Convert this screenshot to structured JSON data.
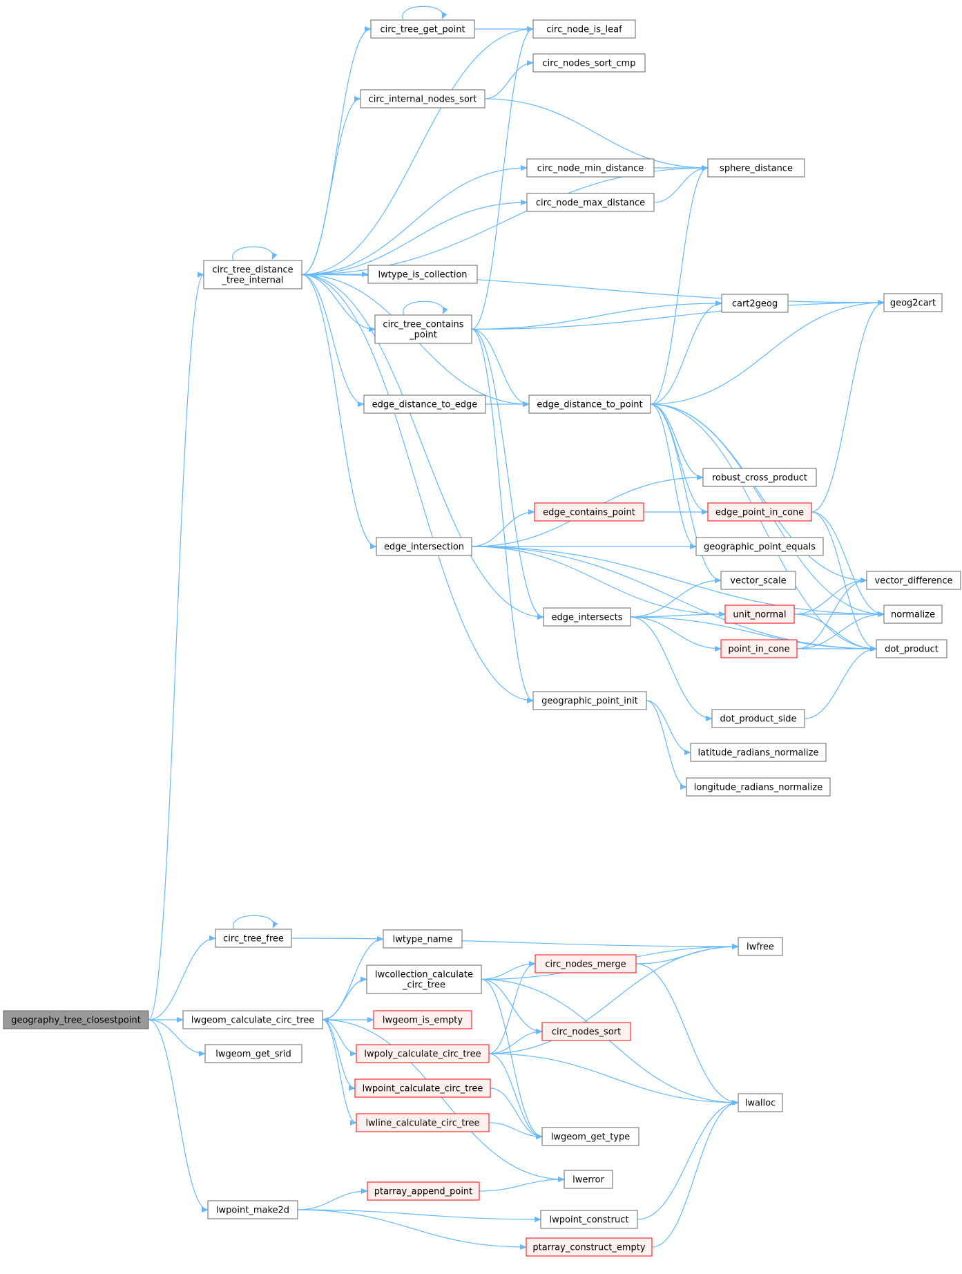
{
  "colors": {
    "edge": "#63b8ff",
    "node_fill": "#ffffff",
    "node_border": "#666666",
    "root_fill": "#999999",
    "root_border": "#666666",
    "external_fill": "#fff0f0",
    "external_border": "#ff0000"
  },
  "nodes": [
    {
      "id": "geography_tree_closestpoint",
      "lines": [
        "geography_tree_closestpoint"
      ],
      "kind": "root"
    },
    {
      "id": "circ_tree_distance_tree_internal",
      "lines": [
        "circ_tree_distance",
        "_tree_internal"
      ],
      "kind": "normal"
    },
    {
      "id": "circ_tree_get_point",
      "lines": [
        "circ_tree_get_point"
      ],
      "kind": "normal"
    },
    {
      "id": "circ_node_is_leaf",
      "lines": [
        "circ_node_is_leaf"
      ],
      "kind": "normal"
    },
    {
      "id": "circ_nodes_sort_cmp",
      "lines": [
        "circ_nodes_sort_cmp"
      ],
      "kind": "normal"
    },
    {
      "id": "circ_internal_nodes_sort",
      "lines": [
        "circ_internal_nodes_sort"
      ],
      "kind": "normal"
    },
    {
      "id": "sphere_distance",
      "lines": [
        "sphere_distance"
      ],
      "kind": "normal"
    },
    {
      "id": "circ_node_min_distance",
      "lines": [
        "circ_node_min_distance"
      ],
      "kind": "normal"
    },
    {
      "id": "circ_node_max_distance",
      "lines": [
        "circ_node_max_distance"
      ],
      "kind": "normal"
    },
    {
      "id": "lwtype_is_collection",
      "lines": [
        "lwtype_is_collection"
      ],
      "kind": "normal"
    },
    {
      "id": "geog2cart",
      "lines": [
        "geog2cart"
      ],
      "kind": "normal"
    },
    {
      "id": "cart2geog",
      "lines": [
        "cart2geog"
      ],
      "kind": "normal"
    },
    {
      "id": "circ_tree_contains_point",
      "lines": [
        "circ_tree_contains",
        "_point"
      ],
      "kind": "normal"
    },
    {
      "id": "edge_distance_to_edge",
      "lines": [
        "edge_distance_to_edge"
      ],
      "kind": "normal"
    },
    {
      "id": "edge_distance_to_point",
      "lines": [
        "edge_distance_to_point"
      ],
      "kind": "normal"
    },
    {
      "id": "robust_cross_product",
      "lines": [
        "robust_cross_product"
      ],
      "kind": "normal"
    },
    {
      "id": "edge_contains_point",
      "lines": [
        "edge_contains_point"
      ],
      "kind": "external"
    },
    {
      "id": "edge_point_in_cone",
      "lines": [
        "edge_point_in_cone"
      ],
      "kind": "external"
    },
    {
      "id": "edge_intersection",
      "lines": [
        "edge_intersection"
      ],
      "kind": "normal"
    },
    {
      "id": "geographic_point_equals",
      "lines": [
        "geographic_point_equals"
      ],
      "kind": "normal"
    },
    {
      "id": "vector_scale",
      "lines": [
        "vector_scale"
      ],
      "kind": "normal"
    },
    {
      "id": "vector_difference",
      "lines": [
        "vector_difference"
      ],
      "kind": "normal"
    },
    {
      "id": "edge_intersects",
      "lines": [
        "edge_intersects"
      ],
      "kind": "normal"
    },
    {
      "id": "unit_normal",
      "lines": [
        "unit_normal"
      ],
      "kind": "external"
    },
    {
      "id": "normalize",
      "lines": [
        "normalize"
      ],
      "kind": "normal"
    },
    {
      "id": "point_in_cone",
      "lines": [
        "point_in_cone"
      ],
      "kind": "external"
    },
    {
      "id": "dot_product",
      "lines": [
        "dot_product"
      ],
      "kind": "normal"
    },
    {
      "id": "geographic_point_init",
      "lines": [
        "geographic_point_init"
      ],
      "kind": "normal"
    },
    {
      "id": "dot_product_side",
      "lines": [
        "dot_product_side"
      ],
      "kind": "normal"
    },
    {
      "id": "latitude_radians_normalize",
      "lines": [
        "latitude_radians_normalize"
      ],
      "kind": "normal"
    },
    {
      "id": "longitude_radians_normalize",
      "lines": [
        "longitude_radians_normalize"
      ],
      "kind": "normal"
    },
    {
      "id": "circ_tree_free",
      "lines": [
        "circ_tree_free"
      ],
      "kind": "normal"
    },
    {
      "id": "lwtype_name",
      "lines": [
        "lwtype_name"
      ],
      "kind": "normal"
    },
    {
      "id": "lwfree",
      "lines": [
        "lwfree"
      ],
      "kind": "normal"
    },
    {
      "id": "lwcollection_calculate_circ_tree",
      "lines": [
        "lwcollection_calculate",
        "_circ_tree"
      ],
      "kind": "normal"
    },
    {
      "id": "circ_nodes_merge",
      "lines": [
        "circ_nodes_merge"
      ],
      "kind": "external"
    },
    {
      "id": "lwgeom_calculate_circ_tree",
      "lines": [
        "lwgeom_calculate_circ_tree"
      ],
      "kind": "normal"
    },
    {
      "id": "lwgeom_is_empty",
      "lines": [
        "lwgeom_is_empty"
      ],
      "kind": "external"
    },
    {
      "id": "circ_nodes_sort",
      "lines": [
        "circ_nodes_sort"
      ],
      "kind": "external"
    },
    {
      "id": "lwgeom_get_srid",
      "lines": [
        "lwgeom_get_srid"
      ],
      "kind": "normal"
    },
    {
      "id": "lwpoly_calculate_circ_tree",
      "lines": [
        "lwpoly_calculate_circ_tree"
      ],
      "kind": "external"
    },
    {
      "id": "lwpoint_calculate_circ_tree",
      "lines": [
        "lwpoint_calculate_circ_tree"
      ],
      "kind": "external"
    },
    {
      "id": "lwalloc",
      "lines": [
        "lwalloc"
      ],
      "kind": "normal"
    },
    {
      "id": "lwline_calculate_circ_tree",
      "lines": [
        "lwline_calculate_circ_tree"
      ],
      "kind": "external"
    },
    {
      "id": "lwgeom_get_type",
      "lines": [
        "lwgeom_get_type"
      ],
      "kind": "normal"
    },
    {
      "id": "lwerror",
      "lines": [
        "lwerror"
      ],
      "kind": "normal"
    },
    {
      "id": "ptarray_append_point",
      "lines": [
        "ptarray_append_point"
      ],
      "kind": "external"
    },
    {
      "id": "lwpoint_make2d",
      "lines": [
        "lwpoint_make2d"
      ],
      "kind": "normal"
    },
    {
      "id": "lwpoint_construct",
      "lines": [
        "lwpoint_construct"
      ],
      "kind": "normal"
    },
    {
      "id": "ptarray_construct_empty",
      "lines": [
        "ptarray_construct_empty"
      ],
      "kind": "external"
    }
  ],
  "edges": [
    [
      "geography_tree_closestpoint",
      "circ_tree_distance_tree_internal"
    ],
    [
      "geography_tree_closestpoint",
      "circ_tree_free"
    ],
    [
      "geography_tree_closestpoint",
      "lwgeom_calculate_circ_tree"
    ],
    [
      "geography_tree_closestpoint",
      "lwgeom_get_srid"
    ],
    [
      "geography_tree_closestpoint",
      "lwpoint_make2d"
    ],
    [
      "circ_tree_distance_tree_internal",
      "circ_tree_distance_tree_internal"
    ],
    [
      "circ_tree_distance_tree_internal",
      "circ_tree_get_point"
    ],
    [
      "circ_tree_distance_tree_internal",
      "circ_node_is_leaf"
    ],
    [
      "circ_tree_distance_tree_internal",
      "circ_internal_nodes_sort"
    ],
    [
      "circ_tree_distance_tree_internal",
      "sphere_distance"
    ],
    [
      "circ_tree_distance_tree_internal",
      "circ_node_min_distance"
    ],
    [
      "circ_tree_distance_tree_internal",
      "circ_node_max_distance"
    ],
    [
      "circ_tree_distance_tree_internal",
      "geog2cart"
    ],
    [
      "circ_tree_distance_tree_internal",
      "lwtype_is_collection"
    ],
    [
      "circ_tree_distance_tree_internal",
      "circ_tree_contains_point"
    ],
    [
      "circ_tree_distance_tree_internal",
      "edge_distance_to_point"
    ],
    [
      "circ_tree_distance_tree_internal",
      "edge_distance_to_edge"
    ],
    [
      "circ_tree_distance_tree_internal",
      "edge_intersection"
    ],
    [
      "circ_tree_distance_tree_internal",
      "edge_intersects"
    ],
    [
      "circ_tree_distance_tree_internal",
      "geographic_point_init"
    ],
    [
      "circ_tree_get_point",
      "circ_tree_get_point"
    ],
    [
      "circ_tree_get_point",
      "circ_node_is_leaf"
    ],
    [
      "circ_internal_nodes_sort",
      "circ_nodes_sort_cmp"
    ],
    [
      "circ_internal_nodes_sort",
      "sphere_distance"
    ],
    [
      "circ_node_min_distance",
      "sphere_distance"
    ],
    [
      "circ_node_max_distance",
      "sphere_distance"
    ],
    [
      "circ_tree_contains_point",
      "circ_tree_contains_point"
    ],
    [
      "circ_tree_contains_point",
      "circ_node_is_leaf"
    ],
    [
      "circ_tree_contains_point",
      "geog2cart"
    ],
    [
      "circ_tree_contains_point",
      "cart2geog"
    ],
    [
      "circ_tree_contains_point",
      "edge_distance_to_point"
    ],
    [
      "circ_tree_contains_point",
      "edge_intersects"
    ],
    [
      "circ_tree_contains_point",
      "geographic_point_init"
    ],
    [
      "edge_distance_to_edge",
      "edge_distance_to_point"
    ],
    [
      "edge_distance_to_point",
      "sphere_distance"
    ],
    [
      "edge_distance_to_point",
      "cart2geog"
    ],
    [
      "edge_distance_to_point",
      "geog2cart"
    ],
    [
      "edge_distance_to_point",
      "vector_difference"
    ],
    [
      "edge_distance_to_point",
      "robust_cross_product"
    ],
    [
      "edge_distance_to_point",
      "edge_point_in_cone"
    ],
    [
      "edge_distance_to_point",
      "geographic_point_equals"
    ],
    [
      "edge_distance_to_point",
      "vector_scale"
    ],
    [
      "edge_distance_to_point",
      "normalize"
    ],
    [
      "edge_distance_to_point",
      "dot_product"
    ],
    [
      "edge_contains_point",
      "edge_point_in_cone"
    ],
    [
      "edge_point_in_cone",
      "geog2cart"
    ],
    [
      "edge_point_in_cone",
      "normalize"
    ],
    [
      "edge_point_in_cone",
      "dot_product"
    ],
    [
      "edge_intersection",
      "robust_cross_product"
    ],
    [
      "edge_intersection",
      "edge_contains_point"
    ],
    [
      "edge_intersection",
      "geographic_point_equals"
    ],
    [
      "edge_intersection",
      "unit_normal"
    ],
    [
      "edge_intersection",
      "normalize"
    ],
    [
      "edge_intersection",
      "dot_product"
    ],
    [
      "edge_intersects",
      "vector_scale"
    ],
    [
      "edge_intersects",
      "unit_normal"
    ],
    [
      "edge_intersects",
      "point_in_cone"
    ],
    [
      "edge_intersects",
      "dot_product"
    ],
    [
      "edge_intersects",
      "dot_product_side"
    ],
    [
      "unit_normal",
      "vector_difference"
    ],
    [
      "unit_normal",
      "normalize"
    ],
    [
      "unit_normal",
      "dot_product"
    ],
    [
      "point_in_cone",
      "vector_difference"
    ],
    [
      "point_in_cone",
      "normalize"
    ],
    [
      "point_in_cone",
      "dot_product"
    ],
    [
      "dot_product_side",
      "dot_product"
    ],
    [
      "geographic_point_init",
      "latitude_radians_normalize"
    ],
    [
      "geographic_point_init",
      "longitude_radians_normalize"
    ],
    [
      "circ_tree_free",
      "circ_tree_free"
    ],
    [
      "circ_tree_free",
      "lwfree"
    ],
    [
      "lwgeom_calculate_circ_tree",
      "lwtype_name"
    ],
    [
      "lwgeom_calculate_circ_tree",
      "lwcollection_calculate_circ_tree"
    ],
    [
      "lwgeom_calculate_circ_tree",
      "lwgeom_is_empty"
    ],
    [
      "lwgeom_calculate_circ_tree",
      "lwpoly_calculate_circ_tree"
    ],
    [
      "lwgeom_calculate_circ_tree",
      "lwpoint_calculate_circ_tree"
    ],
    [
      "lwgeom_calculate_circ_tree",
      "lwline_calculate_circ_tree"
    ],
    [
      "lwgeom_calculate_circ_tree",
      "lwerror"
    ],
    [
      "lwcollection_calculate_circ_tree",
      "lwgeom_calculate_circ_tree"
    ],
    [
      "lwcollection_calculate_circ_tree",
      "lwfree"
    ],
    [
      "lwcollection_calculate_circ_tree",
      "circ_nodes_merge"
    ],
    [
      "lwcollection_calculate_circ_tree",
      "circ_nodes_sort"
    ],
    [
      "lwcollection_calculate_circ_tree",
      "lwalloc"
    ],
    [
      "lwcollection_calculate_circ_tree",
      "lwgeom_get_type"
    ],
    [
      "circ_nodes_merge",
      "lwfree"
    ],
    [
      "circ_nodes_merge",
      "lwalloc"
    ],
    [
      "lwpoly_calculate_circ_tree",
      "circ_nodes_merge"
    ],
    [
      "lwpoly_calculate_circ_tree",
      "circ_nodes_sort"
    ],
    [
      "lwpoly_calculate_circ_tree",
      "lwfree"
    ],
    [
      "lwpoly_calculate_circ_tree",
      "lwalloc"
    ],
    [
      "lwpoly_calculate_circ_tree",
      "lwgeom_get_type"
    ],
    [
      "lwpoint_calculate_circ_tree",
      "lwgeom_get_type"
    ],
    [
      "lwline_calculate_circ_tree",
      "lwgeom_get_type"
    ],
    [
      "lwpoint_make2d",
      "ptarray_append_point"
    ],
    [
      "lwpoint_make2d",
      "lwpoint_construct"
    ],
    [
      "lwpoint_make2d",
      "ptarray_construct_empty"
    ],
    [
      "ptarray_append_point",
      "lwerror"
    ],
    [
      "lwpoint_construct",
      "lwalloc"
    ],
    [
      "ptarray_construct_empty",
      "lwalloc"
    ]
  ]
}
